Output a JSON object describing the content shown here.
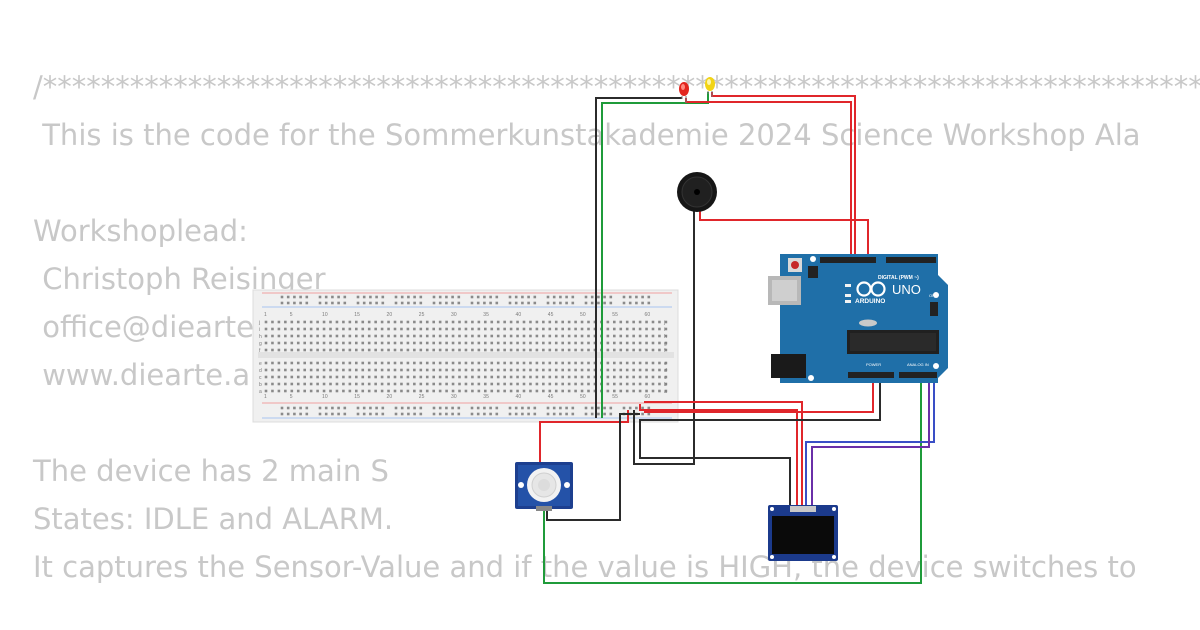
{
  "background_code": {
    "lines": [
      "/*************************************************************************************",
      " This is the code for the Sommerkunstakademie 2024 Science Workshop Ala",
      "",
      "Workshoplead:",
      " Christoph Reisinger",
      " office@diearte",
      " www.diearte.a",
      "",
      "The device has 2 main S",
      "States: IDLE and ALARM.",
      "It captures the Sensor-Value and if the value is HIGH, the device switches to"
    ]
  },
  "arduino": {
    "logo_text": "ARDUINO",
    "model": "UNO",
    "digital_label": "DIGITAL (PWM ~)",
    "power_label": "POWER",
    "analog_label": "ANALOG IN",
    "on_label": "ON"
  },
  "breadboard": {
    "column_numbers": [
      "1",
      "5",
      "10",
      "15",
      "20",
      "25",
      "30",
      "35",
      "40",
      "45",
      "50",
      "55",
      "60"
    ],
    "row_letters_top": [
      "j",
      "i",
      "h",
      "g",
      "f"
    ],
    "row_letters_bottom": [
      "e",
      "d",
      "c",
      "b",
      "a"
    ]
  },
  "colors": {
    "wire_red": "#e0262b",
    "wire_black": "#2b2b2b",
    "wire_green": "#1f9b3a",
    "wire_blue": "#3a4fc6",
    "wire_purple": "#6a2fa8",
    "arduino_board": "#1f6fa8",
    "led_red": "#e3261f",
    "led_yellow": "#f2d416"
  }
}
